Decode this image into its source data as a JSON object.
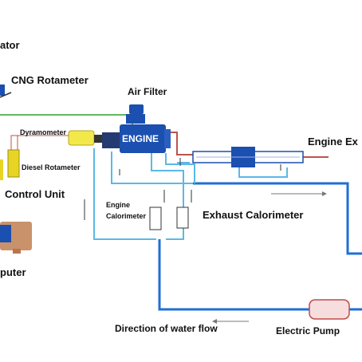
{
  "labels": {
    "ator": "ator",
    "cng_rotameter": "CNG Rotameter",
    "air_filter": "Air Filter",
    "dynamometer": "Dyramometer",
    "engine": "ENGINE",
    "diesel_rotameter": "Diesel Rotameter",
    "control_unit": "Control Unit",
    "engine_exhaust": "Engine Ex",
    "engine_calorimeter_1": "Engine",
    "engine_calorimeter_2": "Calorimeter",
    "exhaust_calorimeter": "Exhaust Calorimeter",
    "puter": "puter",
    "direction_water_flow": "Direction of water flow",
    "electric_pump": "Electric Pump"
  },
  "colors": {
    "water_pipe": "#1f6fd6",
    "water_pipe_light": "#5cb8e6",
    "exhaust_pipe": "#b9554e",
    "gas_line": "#2e9e2e",
    "engine_body": "#1b4fb0",
    "dynamometer_body": "#f2e84a",
    "control_unit_body": "#e8d425",
    "pump_body": "#f7dede",
    "pump_outline": "#c04a4a"
  }
}
